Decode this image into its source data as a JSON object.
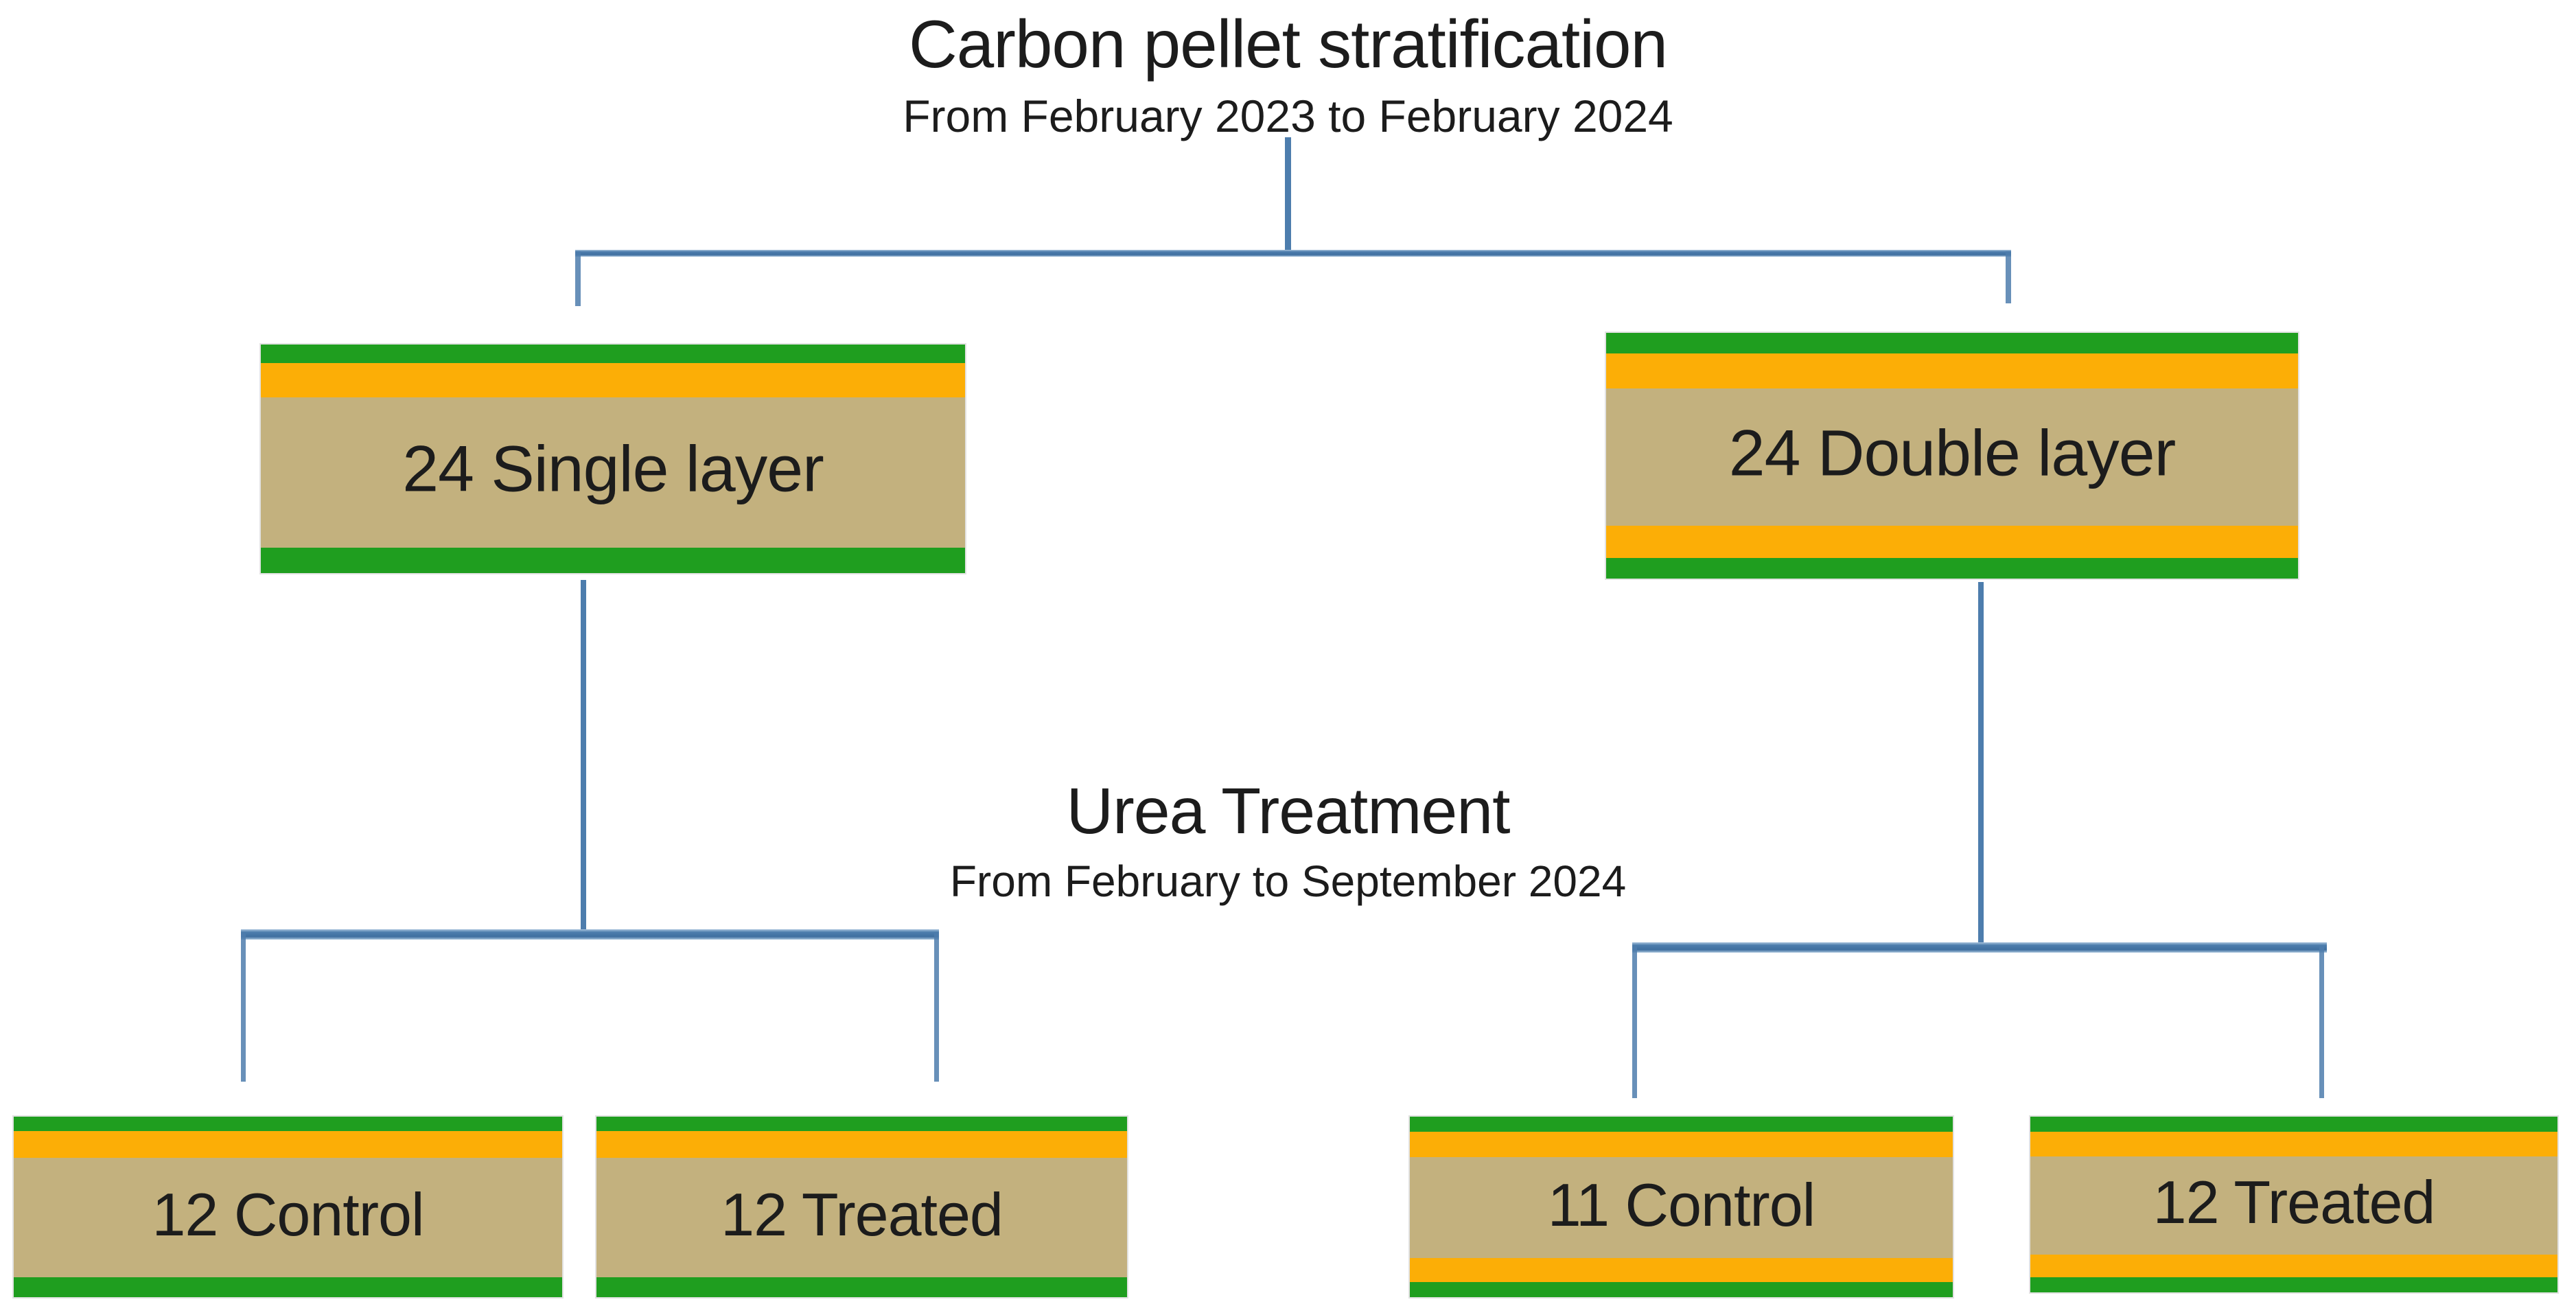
{
  "colors": {
    "green": "#1f9e1f",
    "orange": "#fcae06",
    "tan": "#c3b17e",
    "line": "#4d7dad",
    "line-dark": "#3f6fa0",
    "line-light": "#a9c4dd",
    "text": "#1c1c1c"
  },
  "header": {
    "title": "Carbon pellet stratification",
    "subtitle": "From February 2023 to February 2024"
  },
  "middle": {
    "title": "Urea Treatment",
    "subtitle": "From February to September 2024"
  },
  "nodes": {
    "single": {
      "label": "24 Single layer",
      "pattern": "single-layer"
    },
    "double": {
      "label": "24 Double layer",
      "pattern": "double-layer"
    },
    "single_control": {
      "label": "12 Control",
      "pattern": "single-layer"
    },
    "single_treated": {
      "label": "12 Treated",
      "pattern": "single-layer"
    },
    "double_control": {
      "label": "11 Control",
      "pattern": "double-layer"
    },
    "double_treated": {
      "label": "12 Treated",
      "pattern": "double-layer"
    }
  }
}
